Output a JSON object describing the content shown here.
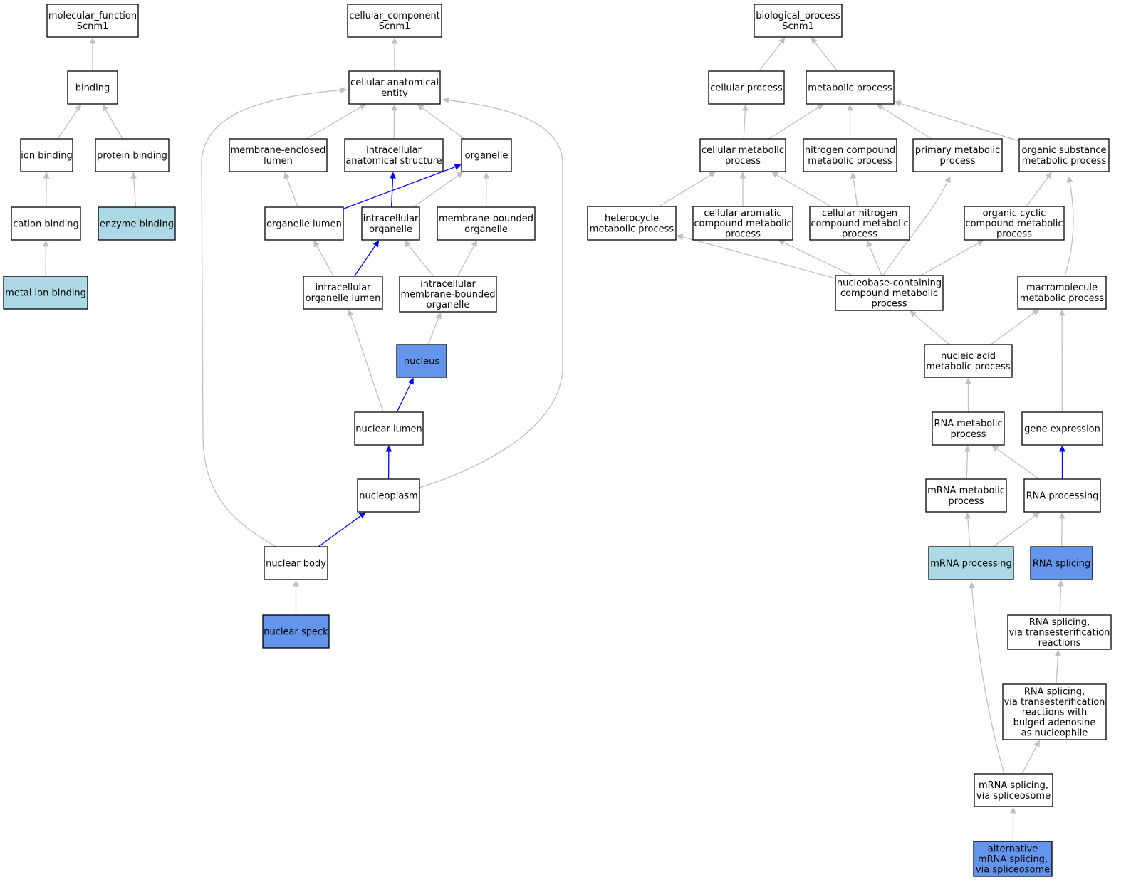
{
  "colors": {
    "plain": "#ffffff",
    "light": "#add8e6",
    "strong": "#6495ed",
    "edge_gray": "#c0c0c0",
    "edge_blue": "#0000ff"
  },
  "nodes": [
    {
      "id": "mf",
      "lines": [
        "molecular_function",
        "Scnm1"
      ],
      "fill": "plain"
    },
    {
      "id": "binding",
      "lines": [
        "binding"
      ],
      "fill": "plain"
    },
    {
      "id": "ion_binding",
      "lines": [
        "ion binding"
      ],
      "fill": "plain"
    },
    {
      "id": "protein_binding",
      "lines": [
        "protein binding"
      ],
      "fill": "plain"
    },
    {
      "id": "cation_binding",
      "lines": [
        "cation binding"
      ],
      "fill": "plain"
    },
    {
      "id": "enzyme_binding",
      "lines": [
        "enzyme binding"
      ],
      "fill": "light"
    },
    {
      "id": "metal_ion_binding",
      "lines": [
        "metal ion binding"
      ],
      "fill": "light"
    },
    {
      "id": "cc",
      "lines": [
        "cellular_component",
        "Scnm1"
      ],
      "fill": "plain"
    },
    {
      "id": "cae",
      "lines": [
        "cellular anatomical",
        "entity"
      ],
      "fill": "plain"
    },
    {
      "id": "mel",
      "lines": [
        "membrane-enclosed",
        "lumen"
      ],
      "fill": "plain"
    },
    {
      "id": "ias",
      "lines": [
        "intracellular",
        "anatomical structure"
      ],
      "fill": "plain"
    },
    {
      "id": "organelle",
      "lines": [
        "organelle"
      ],
      "fill": "plain"
    },
    {
      "id": "org_lumen",
      "lines": [
        "organelle lumen"
      ],
      "fill": "plain"
    },
    {
      "id": "intra_org",
      "lines": [
        "intracellular",
        "organelle"
      ],
      "fill": "plain"
    },
    {
      "id": "mbo",
      "lines": [
        "membrane-bounded",
        "organelle"
      ],
      "fill": "plain"
    },
    {
      "id": "iol",
      "lines": [
        "intracellular",
        "organelle lumen"
      ],
      "fill": "plain"
    },
    {
      "id": "imbo",
      "lines": [
        "intracellular",
        "membrane-bounded",
        "organelle"
      ],
      "fill": "plain"
    },
    {
      "id": "nucleus",
      "lines": [
        "nucleus"
      ],
      "fill": "strong"
    },
    {
      "id": "nuclear_lumen",
      "lines": [
        "nuclear lumen"
      ],
      "fill": "plain"
    },
    {
      "id": "nucleoplasm",
      "lines": [
        "nucleoplasm"
      ],
      "fill": "plain"
    },
    {
      "id": "nuclear_body",
      "lines": [
        "nuclear body"
      ],
      "fill": "plain"
    },
    {
      "id": "nuclear_speck",
      "lines": [
        "nuclear speck"
      ],
      "fill": "strong"
    },
    {
      "id": "bp",
      "lines": [
        "biological_process",
        "Scnm1"
      ],
      "fill": "plain"
    },
    {
      "id": "cell_proc",
      "lines": [
        "cellular process"
      ],
      "fill": "plain"
    },
    {
      "id": "met_proc",
      "lines": [
        "metabolic process"
      ],
      "fill": "plain"
    },
    {
      "id": "cmp",
      "lines": [
        "cellular metabolic",
        "process"
      ],
      "fill": "plain"
    },
    {
      "id": "ncmp",
      "lines": [
        "nitrogen compound",
        "metabolic process"
      ],
      "fill": "plain"
    },
    {
      "id": "pmp",
      "lines": [
        "primary metabolic",
        "process"
      ],
      "fill": "plain"
    },
    {
      "id": "osmp",
      "lines": [
        "organic substance",
        "metabolic process"
      ],
      "fill": "plain"
    },
    {
      "id": "hmp",
      "lines": [
        "heterocycle",
        "metabolic process"
      ],
      "fill": "plain"
    },
    {
      "id": "cacmp",
      "lines": [
        "cellular aromatic",
        "compound metabolic",
        "process"
      ],
      "fill": "plain"
    },
    {
      "id": "cncmp",
      "lines": [
        "cellular nitrogen",
        "compound metabolic",
        "process"
      ],
      "fill": "plain"
    },
    {
      "id": "occmp",
      "lines": [
        "organic cyclic",
        "compound metabolic",
        "process"
      ],
      "fill": "plain"
    },
    {
      "id": "nbccmp",
      "lines": [
        "nucleobase-containing",
        "compound metabolic",
        "process"
      ],
      "fill": "plain"
    },
    {
      "id": "mmp",
      "lines": [
        "macromolecule",
        "metabolic process"
      ],
      "fill": "plain"
    },
    {
      "id": "namp",
      "lines": [
        "nucleic acid",
        "metabolic process"
      ],
      "fill": "plain"
    },
    {
      "id": "rmp",
      "lines": [
        "RNA metabolic",
        "process"
      ],
      "fill": "plain"
    },
    {
      "id": "gene_expr",
      "lines": [
        "gene expression"
      ],
      "fill": "plain"
    },
    {
      "id": "mrna_mp",
      "lines": [
        "mRNA metabolic",
        "process"
      ],
      "fill": "plain"
    },
    {
      "id": "rna_proc",
      "lines": [
        "RNA processing"
      ],
      "fill": "plain"
    },
    {
      "id": "mrna_proc",
      "lines": [
        "mRNA processing"
      ],
      "fill": "light"
    },
    {
      "id": "rna_splicing",
      "lines": [
        "RNA splicing"
      ],
      "fill": "strong"
    },
    {
      "id": "rs_vtr",
      "lines": [
        "RNA splicing,",
        "via transesterification",
        "reactions"
      ],
      "fill": "plain"
    },
    {
      "id": "rs_vtr_bulged",
      "lines": [
        "RNA splicing,",
        "via transesterification",
        "reactions with",
        "bulged adenosine",
        "as nucleophile"
      ],
      "fill": "plain"
    },
    {
      "id": "mrna_splicing",
      "lines": [
        "mRNA splicing,",
        "via spliceosome"
      ],
      "fill": "plain"
    },
    {
      "id": "alt_splicing",
      "lines": [
        "alternative",
        "mRNA splicing,",
        "via spliceosome"
      ],
      "fill": "strong"
    }
  ],
  "edges": [
    {
      "from": "binding",
      "to": "mf",
      "color": "gray"
    },
    {
      "from": "ion_binding",
      "to": "binding",
      "color": "gray"
    },
    {
      "from": "protein_binding",
      "to": "binding",
      "color": "gray"
    },
    {
      "from": "cation_binding",
      "to": "ion_binding",
      "color": "gray"
    },
    {
      "from": "enzyme_binding",
      "to": "protein_binding",
      "color": "gray"
    },
    {
      "from": "metal_ion_binding",
      "to": "cation_binding",
      "color": "gray"
    },
    {
      "from": "cae",
      "to": "cc",
      "color": "gray"
    },
    {
      "from": "mel",
      "to": "cae",
      "color": "gray"
    },
    {
      "from": "ias",
      "to": "cae",
      "color": "gray"
    },
    {
      "from": "organelle",
      "to": "cae",
      "color": "gray"
    },
    {
      "from": "org_lumen",
      "to": "mel",
      "color": "gray"
    },
    {
      "from": "org_lumen",
      "to": "organelle",
      "color": "blue"
    },
    {
      "from": "intra_org",
      "to": "ias",
      "color": "blue"
    },
    {
      "from": "intra_org",
      "to": "organelle",
      "color": "gray"
    },
    {
      "from": "mbo",
      "to": "organelle",
      "color": "gray"
    },
    {
      "from": "iol",
      "to": "org_lumen",
      "color": "gray"
    },
    {
      "from": "iol",
      "to": "intra_org",
      "color": "blue"
    },
    {
      "from": "imbo",
      "to": "intra_org",
      "color": "gray"
    },
    {
      "from": "imbo",
      "to": "mbo",
      "color": "gray"
    },
    {
      "from": "nucleus",
      "to": "imbo",
      "color": "gray"
    },
    {
      "from": "nuclear_lumen",
      "to": "iol",
      "color": "gray"
    },
    {
      "from": "nuclear_lumen",
      "to": "nucleus",
      "color": "blue"
    },
    {
      "from": "nucleoplasm",
      "to": "nuclear_lumen",
      "color": "blue"
    },
    {
      "from": "nucleoplasm",
      "to": "cae",
      "color": "gray",
      "route": "right"
    },
    {
      "from": "nuclear_body",
      "to": "nucleoplasm",
      "color": "blue"
    },
    {
      "from": "nuclear_body",
      "to": "cae",
      "color": "gray",
      "route": "left"
    },
    {
      "from": "nuclear_speck",
      "to": "nuclear_body",
      "color": "gray"
    },
    {
      "from": "cell_proc",
      "to": "bp",
      "color": "gray"
    },
    {
      "from": "met_proc",
      "to": "bp",
      "color": "gray"
    },
    {
      "from": "cmp",
      "to": "cell_proc",
      "color": "gray"
    },
    {
      "from": "cmp",
      "to": "met_proc",
      "color": "gray"
    },
    {
      "from": "ncmp",
      "to": "met_proc",
      "color": "gray"
    },
    {
      "from": "pmp",
      "to": "met_proc",
      "color": "gray"
    },
    {
      "from": "osmp",
      "to": "met_proc",
      "color": "gray"
    },
    {
      "from": "hmp",
      "to": "cmp",
      "color": "gray"
    },
    {
      "from": "cacmp",
      "to": "cmp",
      "color": "gray"
    },
    {
      "from": "cncmp",
      "to": "cmp",
      "color": "gray"
    },
    {
      "from": "cncmp",
      "to": "ncmp",
      "color": "gray"
    },
    {
      "from": "occmp",
      "to": "osmp",
      "color": "gray"
    },
    {
      "from": "nbccmp",
      "to": "hmp",
      "color": "gray"
    },
    {
      "from": "nbccmp",
      "to": "cacmp",
      "color": "gray"
    },
    {
      "from": "nbccmp",
      "to": "cncmp",
      "color": "gray"
    },
    {
      "from": "nbccmp",
      "to": "pmp",
      "color": "gray",
      "route": "curve"
    },
    {
      "from": "nbccmp",
      "to": "occmp",
      "color": "gray"
    },
    {
      "from": "mmp",
      "to": "osmp",
      "color": "gray",
      "route": "curve"
    },
    {
      "from": "namp",
      "to": "nbccmp",
      "color": "gray"
    },
    {
      "from": "namp",
      "to": "mmp",
      "color": "gray"
    },
    {
      "from": "rmp",
      "to": "namp",
      "color": "gray"
    },
    {
      "from": "gene_expr",
      "to": "mmp",
      "color": "gray"
    },
    {
      "from": "mrna_mp",
      "to": "rmp",
      "color": "gray"
    },
    {
      "from": "rna_proc",
      "to": "rmp",
      "color": "gray"
    },
    {
      "from": "rna_proc",
      "to": "gene_expr",
      "color": "blue"
    },
    {
      "from": "mrna_proc",
      "to": "mrna_mp",
      "color": "gray"
    },
    {
      "from": "mrna_proc",
      "to": "rna_proc",
      "color": "gray"
    },
    {
      "from": "rna_splicing",
      "to": "rna_proc",
      "color": "gray"
    },
    {
      "from": "rs_vtr",
      "to": "rna_splicing",
      "color": "gray"
    },
    {
      "from": "rs_vtr_bulged",
      "to": "rs_vtr",
      "color": "gray"
    },
    {
      "from": "mrna_splicing",
      "to": "rs_vtr_bulged",
      "color": "gray"
    },
    {
      "from": "mrna_splicing",
      "to": "mrna_proc",
      "color": "gray",
      "route": "curve"
    },
    {
      "from": "alt_splicing",
      "to": "mrna_splicing",
      "color": "gray"
    }
  ]
}
